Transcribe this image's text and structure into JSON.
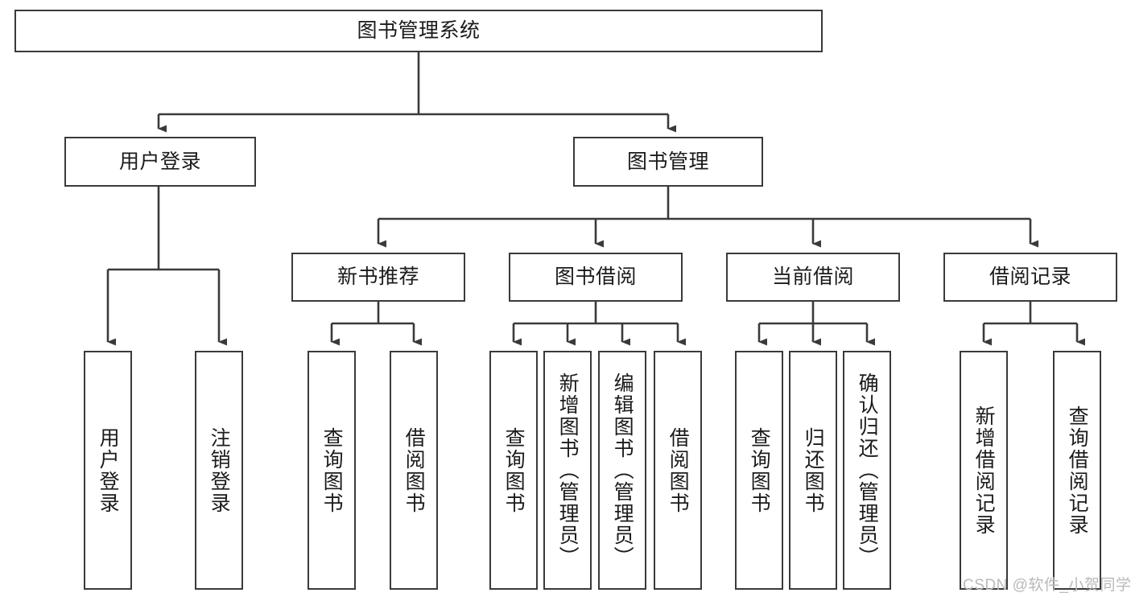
{
  "diagram": {
    "title": "图书管理系统",
    "type": "tree-hierarchy-chart",
    "colors": {
      "node_border": "#3a3a3a",
      "node_fill": "#ffffff",
      "edge": "#3a3a3a",
      "text": "#1b1b1b",
      "watermark": "#b9b9b9",
      "background": "#ffffff"
    },
    "levels": {
      "level1": [
        {
          "id": "root",
          "label": "图书管理系统"
        }
      ],
      "level2": [
        {
          "id": "user-login",
          "label": "用户登录"
        },
        {
          "id": "book-management",
          "label": "图书管理"
        }
      ],
      "level3": [
        {
          "id": "new-book-recommend",
          "label": "新书推荐"
        },
        {
          "id": "book-borrow",
          "label": "图书借阅"
        },
        {
          "id": "current-borrow",
          "label": "当前借阅"
        },
        {
          "id": "borrow-record",
          "label": "借阅记录"
        }
      ],
      "level4": [
        {
          "id": "leaf-user-login",
          "label": "用户登录",
          "parent": "user-login"
        },
        {
          "id": "leaf-logout-login",
          "label": "注销登录",
          "parent": "user-login"
        },
        {
          "id": "leaf-query-book-1",
          "label": "查询图书",
          "parent": "new-book-recommend"
        },
        {
          "id": "leaf-borrow-book-1",
          "label": "借阅图书",
          "parent": "new-book-recommend"
        },
        {
          "id": "leaf-query-book-2",
          "label": "查询图书",
          "parent": "book-borrow"
        },
        {
          "id": "leaf-add-book",
          "label": "新增图书（管理员）",
          "parent": "book-borrow"
        },
        {
          "id": "leaf-edit-book",
          "label": "编辑图书（管理员）",
          "parent": "book-borrow"
        },
        {
          "id": "leaf-borrow-book-2",
          "label": "借阅图书",
          "parent": "book-borrow"
        },
        {
          "id": "leaf-query-book-3",
          "label": "查询图书",
          "parent": "current-borrow"
        },
        {
          "id": "leaf-return-book",
          "label": "归还图书",
          "parent": "current-borrow"
        },
        {
          "id": "leaf-confirm-return",
          "label": "确认归还（管理员）",
          "parent": "current-borrow"
        },
        {
          "id": "leaf-add-record",
          "label": "新增借阅记录",
          "parent": "borrow-record"
        },
        {
          "id": "leaf-query-record",
          "label": "查询借阅记录",
          "parent": "borrow-record"
        }
      ]
    }
  },
  "watermark": {
    "text": "CSDN @软件_小贺同学"
  }
}
